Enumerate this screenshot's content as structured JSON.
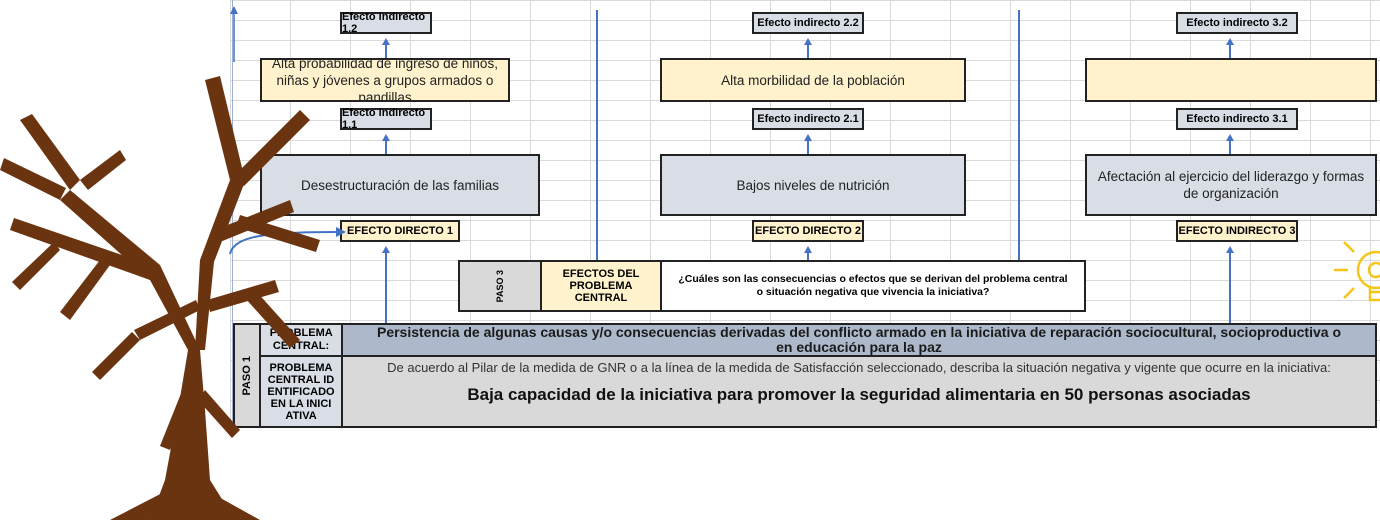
{
  "step3": {
    "paso": "PASO 3",
    "title": "EFECTOS DEL PROBLEMA CENTRAL",
    "question": "¿Cuáles son las consecuencias o efectos que se derivan del problema central o situación negativa que vivencia la iniciativa?"
  },
  "columns": [
    {
      "ind2_label": "Efecto indirecto 1.2",
      "ind1_text": "Alta probabilidad de ingreso de niños, niñas y jóvenes a grupos armados o pandillas",
      "ind1_label": "Efecto indirecto 1.1",
      "direct_text": "Desestructuración de las familias",
      "direct_label": "EFECTO DIRECTO 1"
    },
    {
      "ind2_label": "Efecto indirecto 2.2",
      "ind1_text": "Alta morbilidad de la población",
      "ind1_label": "Efecto indirecto 2.1",
      "direct_text": "Bajos niveles de nutrición",
      "direct_label": "EFECTO DIRECTO 2"
    },
    {
      "ind2_label": "Efecto indirecto 3.2",
      "ind1_text": "",
      "ind1_label": "Efecto indirecto 3.1",
      "direct_text": "Afectación al ejercicio del liderazgo y formas de organización",
      "direct_label": "EFECTO INDIRECTO 3"
    }
  ],
  "step1": {
    "paso": "PASO 1",
    "central_label": "PROBLEMA CENTRAL:",
    "central_text": "Persistencia de algunas causas y/o consecuencias derivadas del conflicto armado en la iniciativa de reparación sociocultural, socioproductiva o en educación para la paz",
    "identified_label": "PROBLEMA CENTRAL IDENTIFICADO EN LA INICIATIVA",
    "instruction": "De acuerdo al Pilar de la medida de GNR o a la línea de la medida de Satisfacción seleccionado, describa la situación negativa y vigente que ocurre en la iniciativa:",
    "identified_text": "Baja capacidad de la iniciativa para promover la seguridad alimentaria en 50 personas asociadas"
  },
  "decorations": {
    "tree_color": "#6b3410",
    "bulb_color": "#f5c518",
    "line_color": "#4472c4"
  }
}
